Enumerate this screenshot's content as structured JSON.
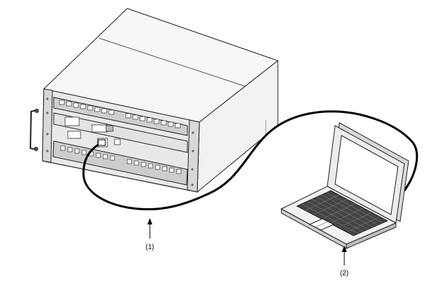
{
  "callouts": [
    {
      "id": "1",
      "text": "(1)"
    },
    {
      "id": "2",
      "text": "(2)"
    }
  ],
  "figure": {
    "device": "router-chassis",
    "cable": "console-cable",
    "terminal": "laptop"
  }
}
